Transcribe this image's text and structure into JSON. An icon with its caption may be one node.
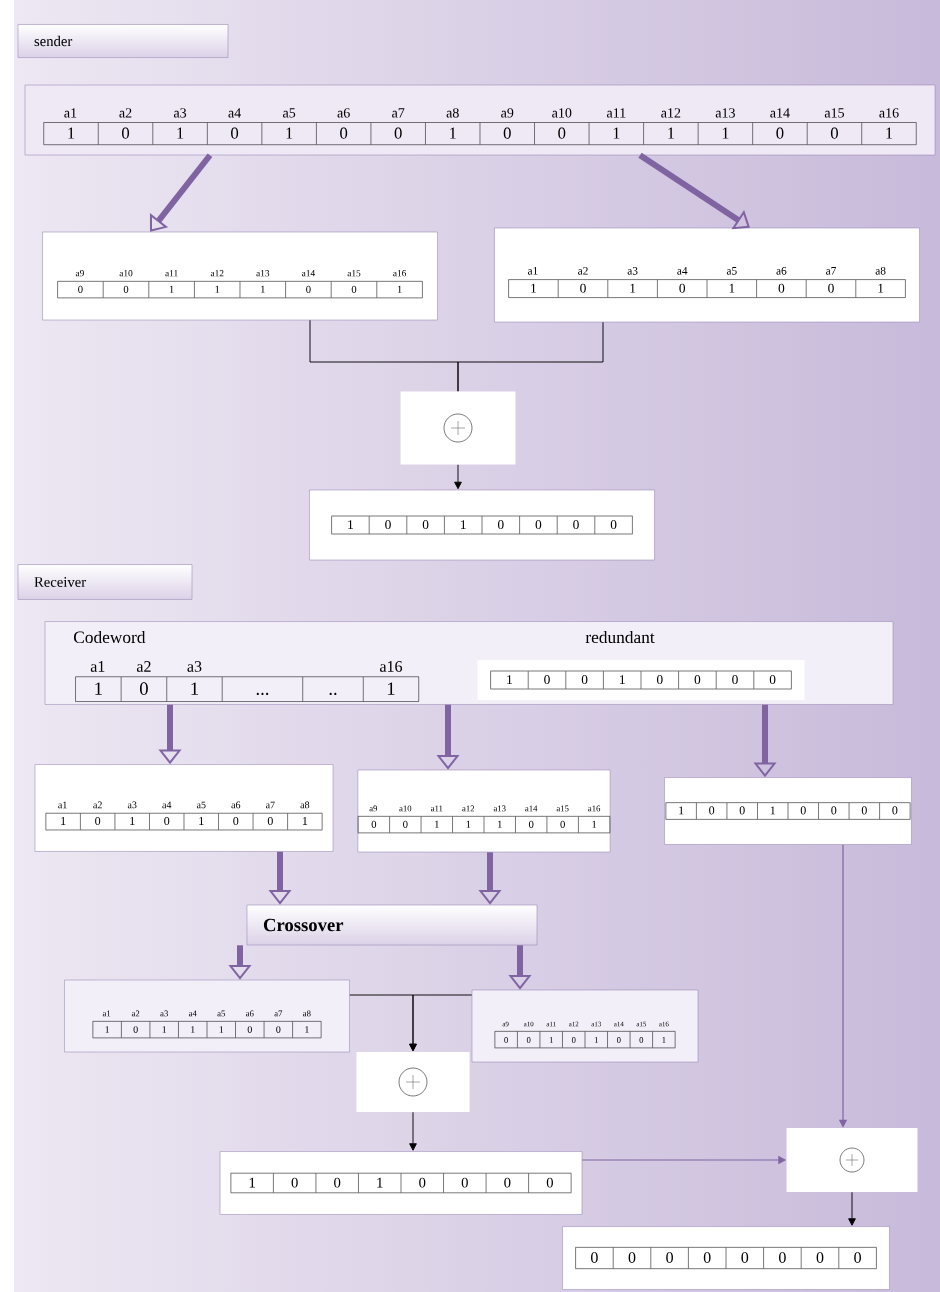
{
  "diagram": {
    "nodes": [
      {
        "text": [
          "sender"
        ]
      },
      {
        "text": [
          "a1",
          "a2",
          "a3",
          "a4",
          "a5",
          "a6",
          "a7",
          "a8",
          "a9",
          "a10",
          "a11",
          "a12",
          "a13",
          "a14",
          "a15",
          "a16",
          "1",
          "0",
          "1",
          "0",
          "1",
          "0",
          "0",
          "1",
          "0",
          "0",
          "1",
          "1",
          "1",
          "0",
          "0",
          "1"
        ]
      },
      {
        "text": [
          "a9",
          "a10",
          "a11",
          "a12",
          "a13",
          "a14",
          "a15",
          "a16",
          "0",
          "0",
          "1",
          "1",
          "1",
          "0",
          "0",
          "1"
        ]
      },
      {
        "text": [
          "a1",
          "a2",
          "a3",
          "a4",
          "a5",
          "a6",
          "a7",
          "a8",
          "1",
          "0",
          "1",
          "0",
          "1",
          "0",
          "0",
          "1"
        ]
      },
      {
        "text": [],
        "shape": "box"
      },
      {
        "text": [
          "1",
          "0",
          "0",
          "1",
          "0",
          "0",
          "0",
          "0"
        ]
      },
      {
        "text": [
          "Receiver"
        ]
      },
      {
        "text": [
          "Codeword",
          "redundant",
          "a1",
          "a2",
          "a3",
          "a16",
          "1",
          "0",
          "1",
          "...",
          "..",
          "1"
        ]
      },
      {
        "text": [
          "1",
          "0",
          "0",
          "1",
          "0",
          "0",
          "0",
          "0"
        ],
        "in": 7
      },
      {
        "text": [
          "a1",
          "a2",
          "a3",
          "a4",
          "a5",
          "a6",
          "a7",
          "a8",
          "1",
          "0",
          "1",
          "0",
          "1",
          "0",
          "0",
          "1"
        ]
      },
      {
        "text": [
          "a9",
          "a10",
          "a11",
          "a12",
          "a13",
          "a14",
          "a15",
          "a16",
          "0",
          "0",
          "1",
          "1",
          "1",
          "0",
          "0",
          "1"
        ]
      },
      {
        "text": [
          "1",
          "0",
          "0",
          "1",
          "0",
          "0",
          "0",
          "0"
        ]
      },
      {
        "text": [
          "Crossover"
        ]
      },
      {
        "text": [
          "a1",
          "a2",
          "a3",
          "a4",
          "a5",
          "a6",
          "a7",
          "a8",
          "1",
          "0",
          "1",
          "1",
          "1",
          "0",
          "0",
          "1"
        ]
      },
      {
        "text": [
          "a9",
          "a10",
          "a11",
          "a12",
          "a13",
          "a14",
          "a15",
          "a16",
          "0",
          "0",
          "1",
          "0",
          "1",
          "0",
          "0",
          "1"
        ]
      },
      {
        "text": [],
        "shape": "box"
      },
      {
        "text": [
          "1",
          "0",
          "0",
          "1",
          "0",
          "0",
          "0",
          "0"
        ]
      },
      {
        "text": [],
        "shape": "box"
      },
      {
        "text": [
          "0",
          "0",
          "0",
          "0",
          "0",
          "0",
          "0",
          "0"
        ]
      }
    ],
    "edges": [
      {
        "from": 1,
        "to": 2,
        "arrow": "to",
        "style": "thick"
      },
      {
        "from": 1,
        "to": 3,
        "arrow": "to",
        "style": "thick"
      },
      {
        "from": 2,
        "to": 4,
        "arrow": "none",
        "color": "#000000"
      },
      {
        "from": 3,
        "to": 4,
        "arrow": "none",
        "color": "#000000"
      },
      {
        "from": 4,
        "to": 5,
        "arrow": "to",
        "color": "#000000"
      },
      {
        "from": 7,
        "to": 9,
        "arrow": "to",
        "style": "thick"
      },
      {
        "from": 7,
        "to": 10,
        "arrow": "to",
        "style": "thick"
      },
      {
        "from": 7,
        "to": 11,
        "arrow": "to",
        "style": "thick"
      },
      {
        "from": 9,
        "to": 12,
        "arrow": "to",
        "style": "thick"
      },
      {
        "from": 10,
        "to": 12,
        "arrow": "to",
        "style": "thick"
      },
      {
        "from": 12,
        "to": 13,
        "arrow": "to",
        "style": "thick"
      },
      {
        "from": 12,
        "to": 14,
        "arrow": "to",
        "style": "thick"
      },
      {
        "from": 13,
        "to": 15,
        "arrow": "to",
        "color": "#000000"
      },
      {
        "from": 14,
        "to": 15,
        "arrow": "to",
        "color": "#000000"
      },
      {
        "from": 15,
        "to": 16,
        "arrow": "to",
        "color": "#000000"
      },
      {
        "from": 16,
        "to": 17,
        "arrow": "to"
      },
      {
        "from": 11,
        "to": 17,
        "arrow": "to"
      },
      {
        "from": 17,
        "to": 18,
        "arrow": "to",
        "color": "#000000"
      }
    ]
  }
}
